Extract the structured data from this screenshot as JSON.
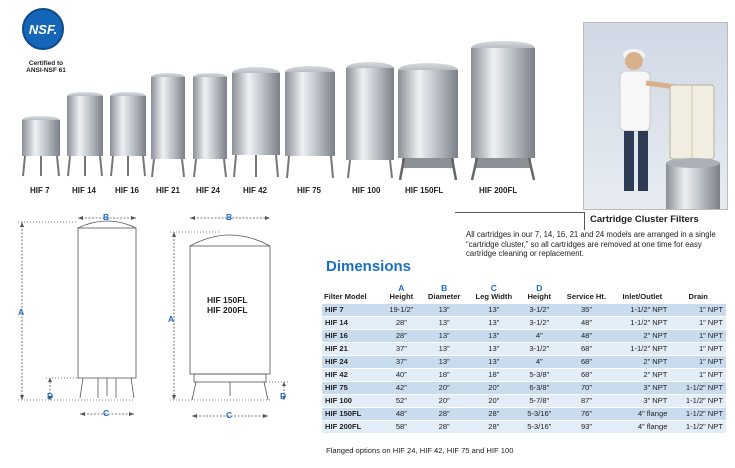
{
  "certification": {
    "logo_text": "NSF.",
    "caption": "Certified to ANSI-NSF 61"
  },
  "tanks": [
    {
      "label": "HIF 7"
    },
    {
      "label": "HIF 14"
    },
    {
      "label": "HIF 16"
    },
    {
      "label": "HIF 21"
    },
    {
      "label": "HIF 24"
    },
    {
      "label": "HIF 42"
    },
    {
      "label": "HIF 75"
    },
    {
      "label": "HIF 100"
    },
    {
      "label": "HIF 150FL"
    },
    {
      "label": "HIF 200FL"
    }
  ],
  "photo": {
    "caption": "Cartridge Cluster Filters",
    "description": "All cartridges in our 7, 14, 16, 21 and 24 models are arranged in a single “cartridge cluster,” so all cartridges are removed at one time for easy cartridge cleaning or replacement."
  },
  "diagrams": {
    "left": {
      "a": "A",
      "b": "B",
      "c": "C",
      "d": "D"
    },
    "right": {
      "a": "A",
      "b": "B",
      "c": "C",
      "d": "D",
      "model_line1": "HIF 150FL",
      "model_line2": "HIF 200FL"
    }
  },
  "dimensions": {
    "title": "Dimensions",
    "headers": [
      {
        "letter": "",
        "label": "Filter Model"
      },
      {
        "letter": "A",
        "label": "Height"
      },
      {
        "letter": "B",
        "label": "Diameter"
      },
      {
        "letter": "C",
        "label": "Leg Width"
      },
      {
        "letter": "D",
        "label": "Height"
      },
      {
        "letter": "",
        "label": "Service Ht."
      },
      {
        "letter": "",
        "label": "Inlet/Outlet"
      },
      {
        "letter": "",
        "label": "Drain"
      }
    ],
    "rows": [
      [
        "HIF 7",
        "19-1/2”",
        "13”",
        "13”",
        "3-1/2”",
        "35”",
        "1-1/2” NPT",
        "1” NPT"
      ],
      [
        "HIF 14",
        "28”",
        "13”",
        "13”",
        "3-1/2”",
        "48”",
        "1-1/2” NPT",
        "1” NPT"
      ],
      [
        "HIF 16",
        "28”",
        "13”",
        "13”",
        "4”",
        "48”",
        "2” NPT",
        "1” NPT"
      ],
      [
        "HIF 21",
        "37”",
        "13”",
        "13”",
        "3-1/2”",
        "68”",
        "1-1/2” NPT",
        "1” NPT"
      ],
      [
        "HIF 24",
        "37”",
        "13”",
        "13”",
        "4”",
        "68”",
        "2” NPT",
        "1” NPT"
      ],
      [
        "HIF 42",
        "40”",
        "18”",
        "18”",
        "5-3/8”",
        "68”",
        "2” NPT",
        "1” NPT"
      ],
      [
        "HIF 75",
        "42”",
        "20”",
        "20”",
        "6-3/8”",
        "70”",
        "3” NPT",
        "1-1/2” NPT"
      ],
      [
        "HIF 100",
        "52”",
        "20”",
        "20”",
        "5-7/8”",
        "87”",
        "3” NPT",
        "1-1/2” NPT"
      ],
      [
        "HIF 150FL",
        "48”",
        "28”",
        "28”",
        "5-3/16”",
        "76”",
        "4” flange",
        "1-1/2” NPT"
      ],
      [
        "HIF 200FL",
        "58”",
        "28”",
        "28”",
        "5-3/16”",
        "93”",
        "4” flange",
        "1-1/2” NPT"
      ]
    ],
    "footnote": "Flanged options on HIF 24, HIF 42, HIF 75 and HIF 100"
  },
  "colors": {
    "accent": "#1a6fc4",
    "row_dark": "#c9dcee",
    "row_light": "#e3edf7",
    "nsf_blue": "#1565b8"
  }
}
